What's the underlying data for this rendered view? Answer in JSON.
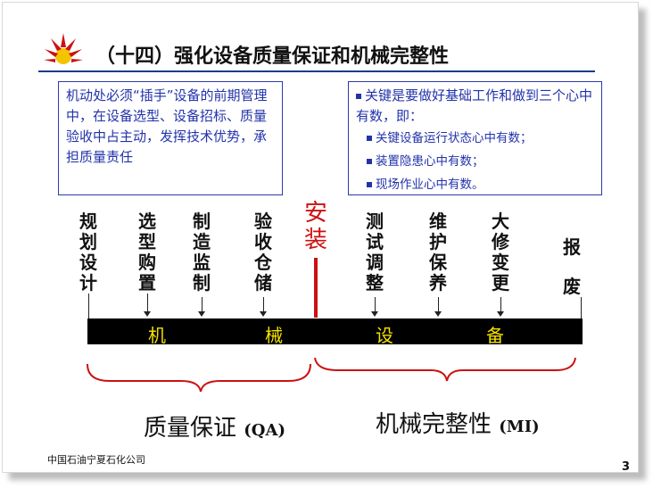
{
  "title": "（十四）强化设备质量保证和机械完整性",
  "left_box": {
    "text": "机动处必须“插手”设备的前期管理中，在设备选型、设备招标、质量验收中占主动，发挥技术优势，承担质量责任"
  },
  "right_box": {
    "main": "关键是要做好基础工作和做到三个心中有数，即：",
    "items": [
      "关键设备运行状态心中有数；",
      "装置隐患心中有数；",
      "现场作业心中有数。"
    ]
  },
  "stages_before": [
    "规划设计",
    "选型购置",
    "制造监制",
    "验收仓储"
  ],
  "install": "安装",
  "stages_after": [
    "测试调整",
    "维护保养",
    "大修变更",
    "报废"
  ],
  "bar_words": [
    "机",
    "械",
    "设",
    "备"
  ],
  "qa_label": "质量保证",
  "qa_abbr": "(QA)",
  "mi_label": "机械完整性",
  "mi_abbr": "(MI)",
  "company": "中国石油宁夏石化公司",
  "page_number": "3",
  "colors": {
    "box_text": "#2233aa",
    "install_red": "#cc1111",
    "bar_text": "#f5e100",
    "logo_red": "#cc1111",
    "logo_yellow": "#f5c400"
  }
}
